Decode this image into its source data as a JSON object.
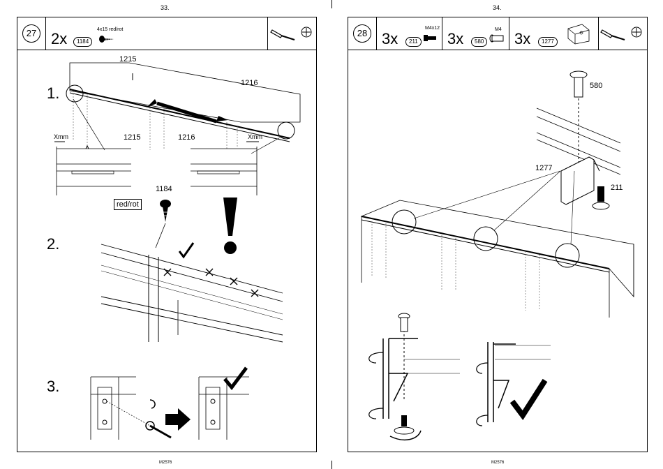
{
  "left": {
    "page_number": "33.",
    "step_number": "27",
    "quantity": "2x",
    "part_id": "1184",
    "part_label": "4x15 red/rot",
    "substeps": [
      "1.",
      "2.",
      "3."
    ],
    "labels": {
      "rail_a": "1215",
      "rail_b": "1216",
      "detail_a_dim": "Xmm",
      "detail_a_part": "1215",
      "detail_b_part": "1216",
      "detail_b_dim": "Xmm",
      "screw_part": "1184",
      "screw_color": "red/rot"
    },
    "footer": "M2576"
  },
  "right": {
    "page_number": "34.",
    "step_number": "28",
    "items": [
      {
        "quantity": "3x",
        "part_id": "211",
        "label": "M4x12"
      },
      {
        "quantity": "3x",
        "part_id": "580",
        "label": "M4"
      },
      {
        "quantity": "3x",
        "part_id": "1277",
        "label": ""
      }
    ],
    "labels": {
      "bolt": "580",
      "bracket": "1277",
      "screw": "211"
    },
    "footer": "M2576"
  }
}
